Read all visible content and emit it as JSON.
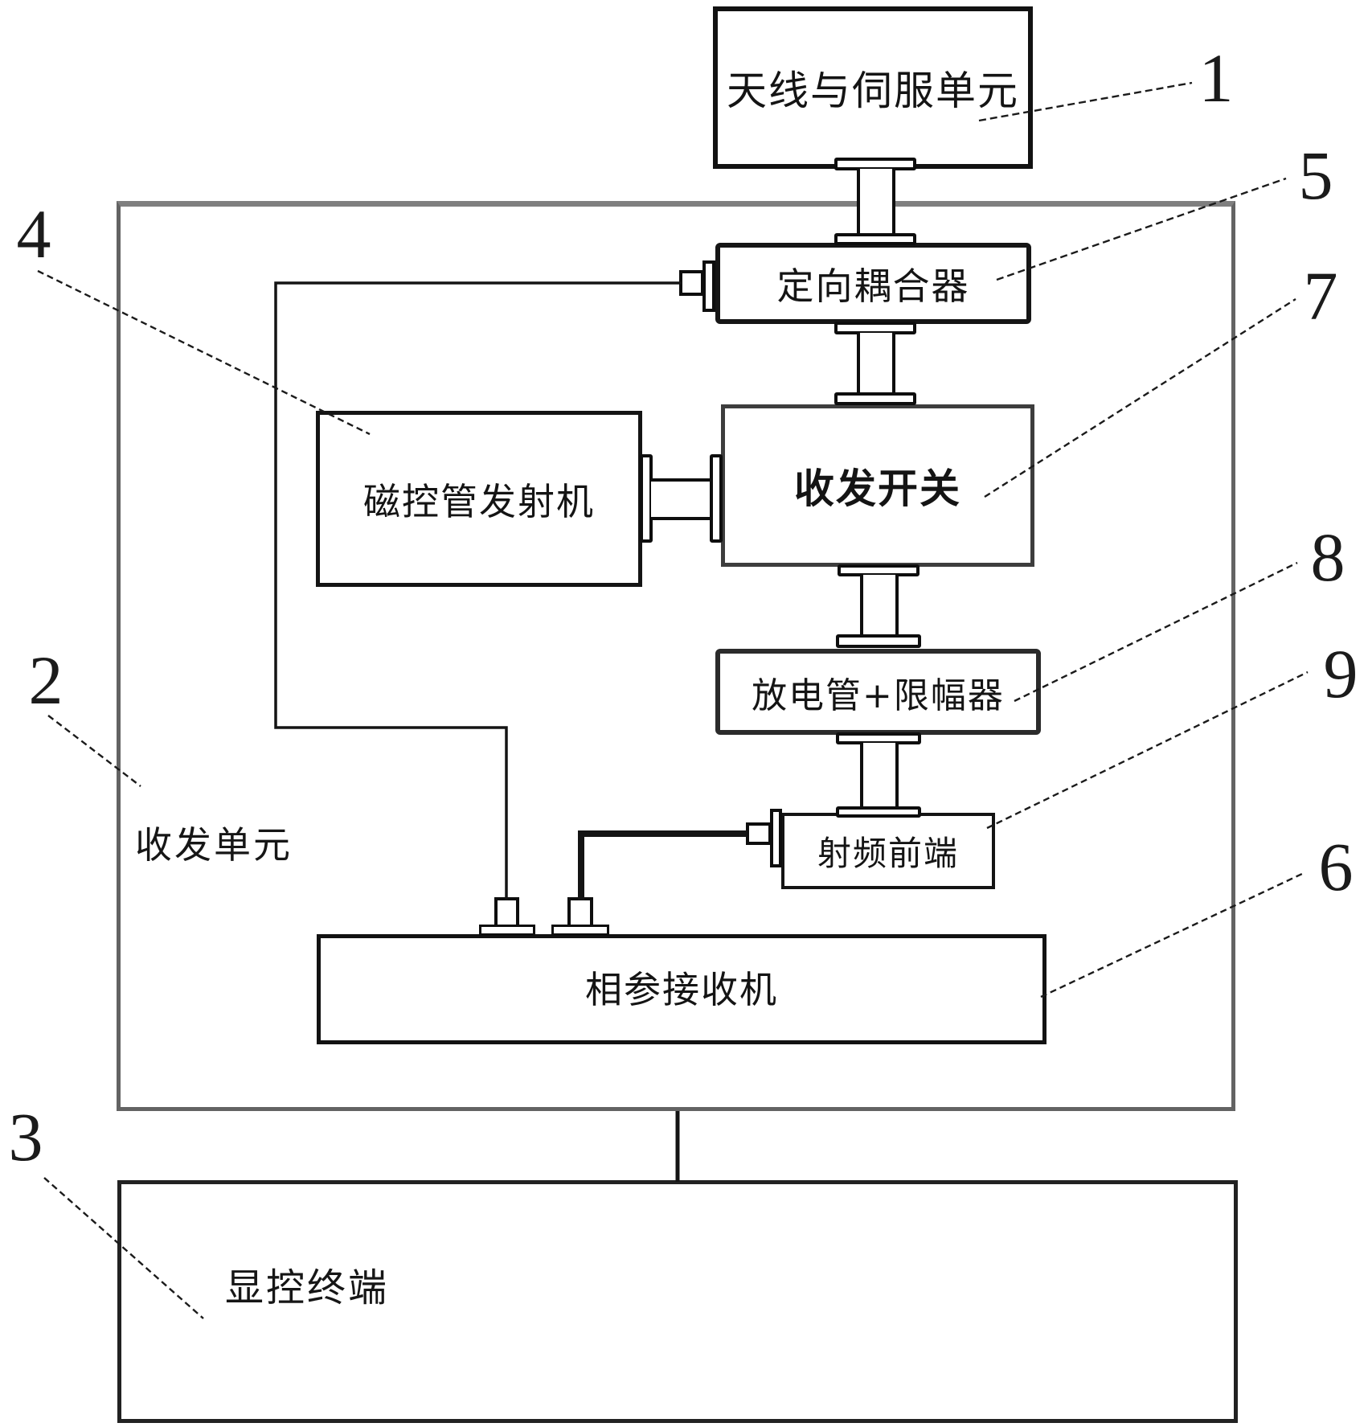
{
  "figure": {
    "type": "radar-system-block-diagram",
    "background": "#ffffff",
    "line_color": "#141414",
    "outer_border_color": "#6a6a6a"
  },
  "blocks": {
    "antenna_servo": {
      "label": "天线与伺服单元",
      "ref": "1"
    },
    "transceiver_unit": {
      "label": "收发单元",
      "ref": "2"
    },
    "display_terminal": {
      "label": "显控终端",
      "ref": "3"
    },
    "magnetron_transmitter": {
      "label": "磁控管发射机",
      "ref": "4"
    },
    "directional_coupler": {
      "label": "定向耦合器",
      "ref": "5"
    },
    "coherent_receiver": {
      "label": "相参接收机",
      "ref": "6"
    },
    "tr_switch": {
      "label": "收发开关",
      "ref": "7"
    },
    "discharge_limiter": {
      "label": "放电管+限幅器",
      "ref": "8"
    },
    "rf_frontend": {
      "label": "射频前端",
      "ref": "9"
    }
  }
}
